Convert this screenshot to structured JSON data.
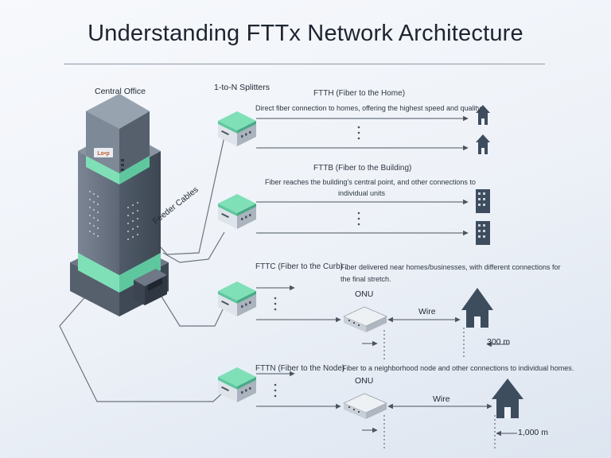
{
  "title": "Understanding FTTx Network Architecture",
  "central_office": {
    "label": "Central Office",
    "logo_text": "Lo•p"
  },
  "splitters_label": "1-to-N Splitters",
  "feeder_label": "Feeder Cables",
  "fttb_units_label": "individual units",
  "ftth": {
    "heading": "FTTH (Fiber to the Home)",
    "description": "Direct fiber connection to homes, offering the highest speed and quality"
  },
  "fttb": {
    "heading": "FTTB (Fiber to the Building)",
    "description": "Fiber reaches the building's central point, and other connections to"
  },
  "fttc": {
    "heading": "FTTC (Fiber to the Curb) :",
    "description": "Fiber delivered near homes/businesses, with different connections for",
    "description2": "the final stretch.",
    "onu_label": "ONU",
    "wire_label": "Wire",
    "distance": "300 m"
  },
  "fttn": {
    "heading": "FTTN (Fiber to the Node)",
    "description": "Fiber to a neighborhood node and other connections to individual homes.",
    "onu_label": "ONU",
    "wire_label": "Wire",
    "distance": "1,000 m"
  },
  "colors": {
    "accent": "#7fe0b8",
    "dark": "#4a5563",
    "house": "#3e4d5e",
    "line": "#59626e"
  }
}
